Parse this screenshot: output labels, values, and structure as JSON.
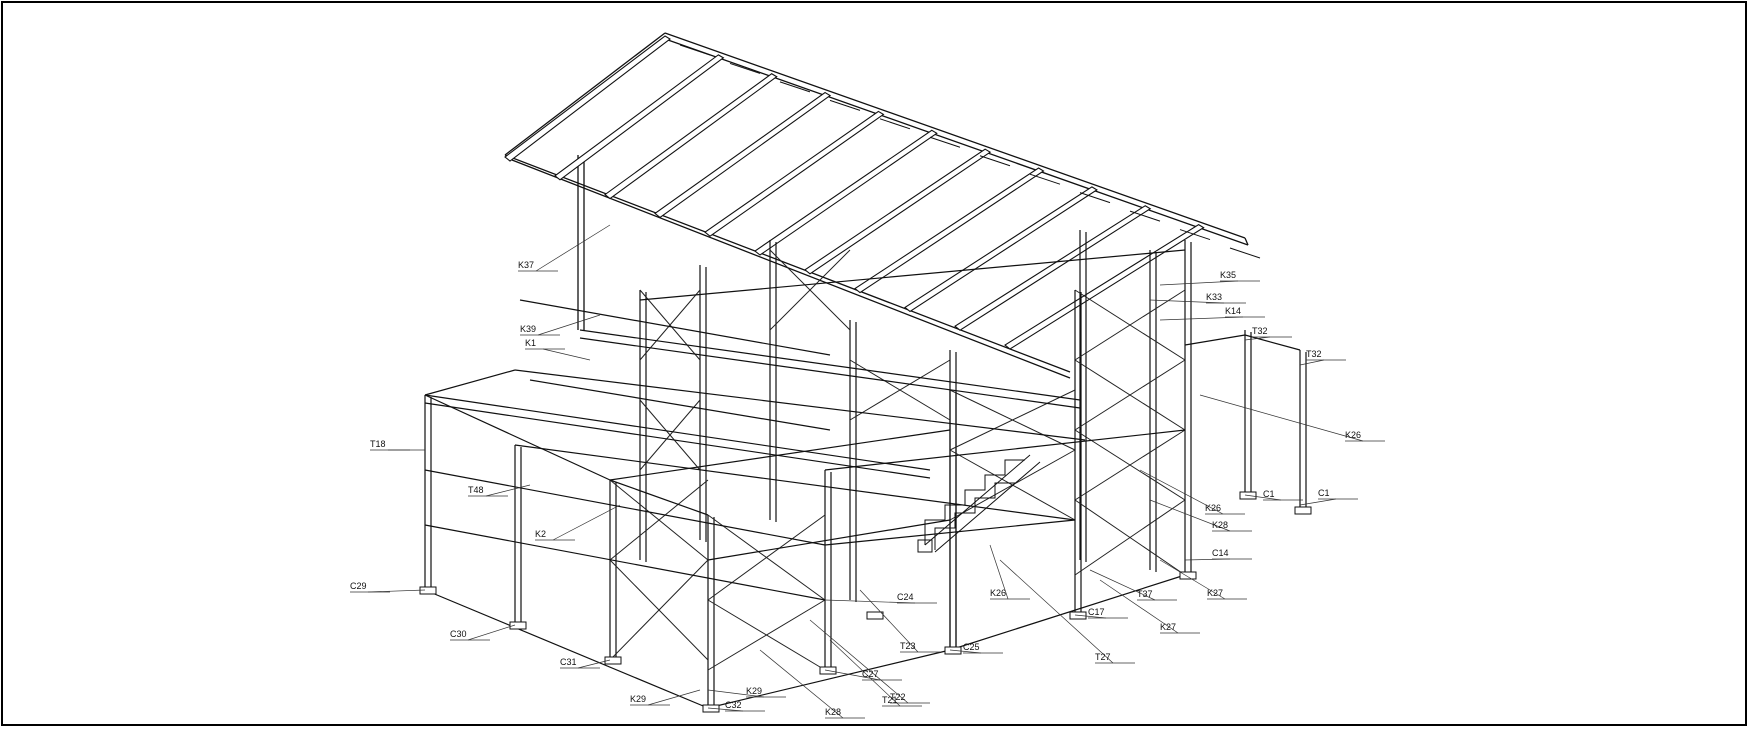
{
  "labels": [
    {
      "id": "K37",
      "text": "K37"
    },
    {
      "id": "K39",
      "text": "K39"
    },
    {
      "id": "K1",
      "text": "K1"
    },
    {
      "id": "T18",
      "text": "T18"
    },
    {
      "id": "T48",
      "text": "T48"
    },
    {
      "id": "K2",
      "text": "K2"
    },
    {
      "id": "C29",
      "text": "C29"
    },
    {
      "id": "C30",
      "text": "C30"
    },
    {
      "id": "C31",
      "text": "C31"
    },
    {
      "id": "K29a",
      "text": "K29"
    },
    {
      "id": "C32",
      "text": "C32"
    },
    {
      "id": "K29b",
      "text": "K29"
    },
    {
      "id": "K28",
      "text": "K28"
    },
    {
      "id": "T22",
      "text": "T22"
    },
    {
      "id": "T21",
      "text": "T21"
    },
    {
      "id": "C27",
      "text": "C27"
    },
    {
      "id": "T23",
      "text": "T23"
    },
    {
      "id": "C24",
      "text": "C24"
    },
    {
      "id": "C25",
      "text": "C25"
    },
    {
      "id": "K26a",
      "text": "K26"
    },
    {
      "id": "T27",
      "text": "T27"
    },
    {
      "id": "C17",
      "text": "C17"
    },
    {
      "id": "T37",
      "text": "T37"
    },
    {
      "id": "K27a",
      "text": "K27"
    },
    {
      "id": "K27b",
      "text": "K27"
    },
    {
      "id": "C14",
      "text": "C14"
    },
    {
      "id": "K28b",
      "text": "K28"
    },
    {
      "id": "K26b",
      "text": "K26"
    },
    {
      "id": "C1a",
      "text": "C1"
    },
    {
      "id": "C1b",
      "text": "C1"
    },
    {
      "id": "K26c",
      "text": "K26"
    },
    {
      "id": "T32a",
      "text": "T32"
    },
    {
      "id": "T32b",
      "text": "T32"
    },
    {
      "id": "K14",
      "text": "K14"
    },
    {
      "id": "K33",
      "text": "K33"
    },
    {
      "id": "K35",
      "text": "K35"
    }
  ]
}
